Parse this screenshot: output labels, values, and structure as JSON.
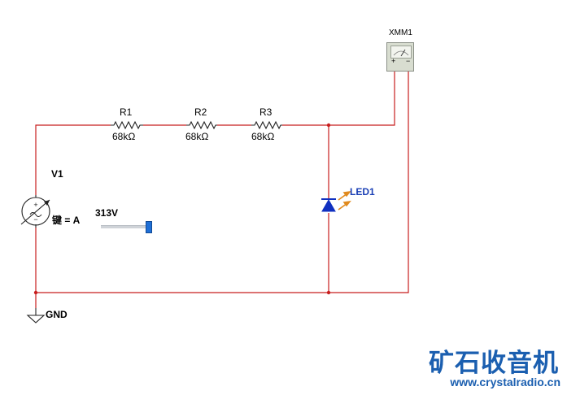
{
  "components": {
    "r1": {
      "ref": "R1",
      "value": "68kΩ"
    },
    "r2": {
      "ref": "R2",
      "value": "68kΩ"
    },
    "r3": {
      "ref": "R3",
      "value": "68kΩ"
    },
    "v1": {
      "ref": "V1",
      "key": "键 = A",
      "value": "313V"
    },
    "led": {
      "ref": "LED1"
    },
    "meter": {
      "ref": "XMM1",
      "plus": "+",
      "minus": "−"
    },
    "gnd": {
      "ref": "GND"
    }
  },
  "slider": {
    "level": 0.95
  },
  "colors": {
    "wire": "#c81e1e",
    "led": "#1030c0",
    "led_rays": "#e08a1e",
    "label_blue": "#1a3fb5",
    "watermark": "#1b5fb0"
  },
  "watermark": {
    "cn": "矿石收音机",
    "url": "www.crystalradio.cn"
  }
}
